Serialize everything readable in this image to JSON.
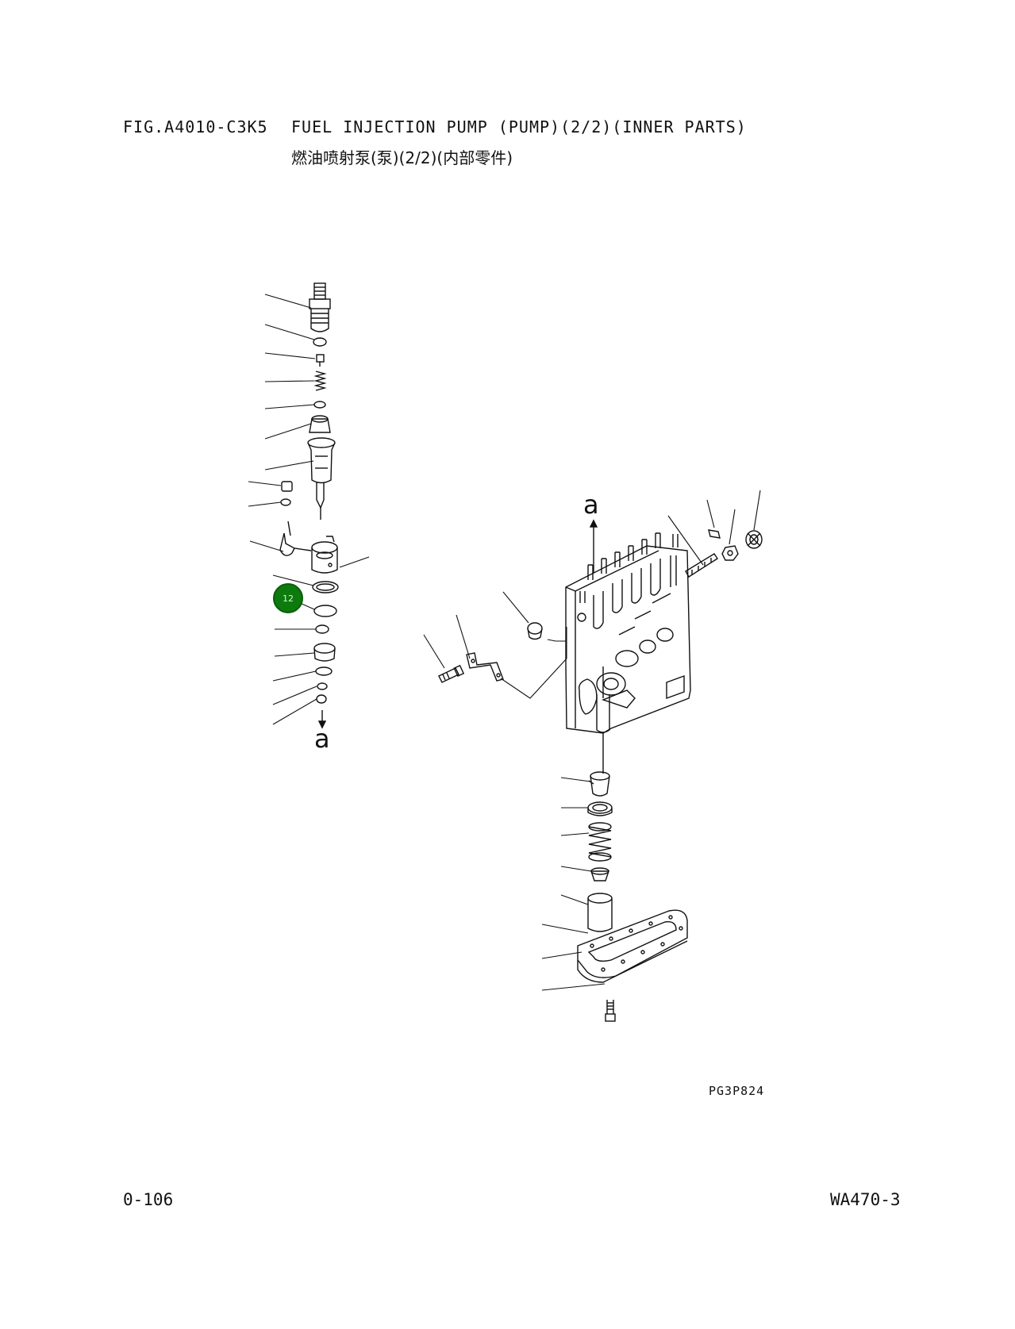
{
  "header": {
    "fig_code": "FIG.A4010-C3K5",
    "title": "FUEL INJECTION PUMP (PUMP)(2/2)(INNER PARTS)",
    "title_cn": "燃油喷射泵(泵)(2/2)(内部零件)"
  },
  "diagram": {
    "marker_top": "a",
    "marker_bottom": "a",
    "callout": {
      "label": "12",
      "color": "#0c7a0c"
    },
    "drawing_code": "PG3P824"
  },
  "footer": {
    "page_number": "0-106",
    "model": "WA470-3"
  }
}
